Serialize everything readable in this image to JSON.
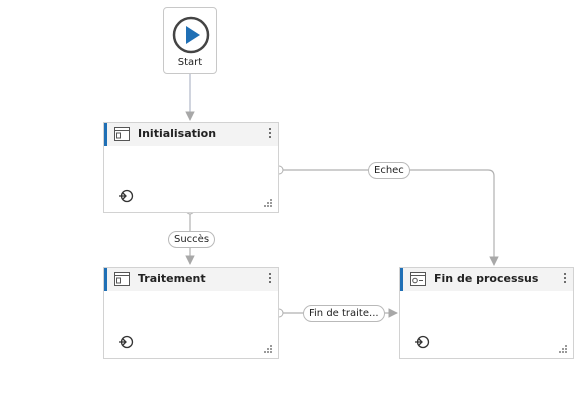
{
  "start": {
    "label": "Start"
  },
  "states": {
    "init": {
      "title": "Initialisation"
    },
    "process": {
      "title": "Traitement"
    },
    "end": {
      "title": "Fin de processus"
    }
  },
  "transitions": {
    "failure": {
      "label": "Echec"
    },
    "success": {
      "label": "Succès"
    },
    "done": {
      "label": "Fin de traite..."
    }
  },
  "colors": {
    "accent": "#1f6fb5",
    "connector": "#b0b0b0",
    "header": "#f3f3f3"
  }
}
